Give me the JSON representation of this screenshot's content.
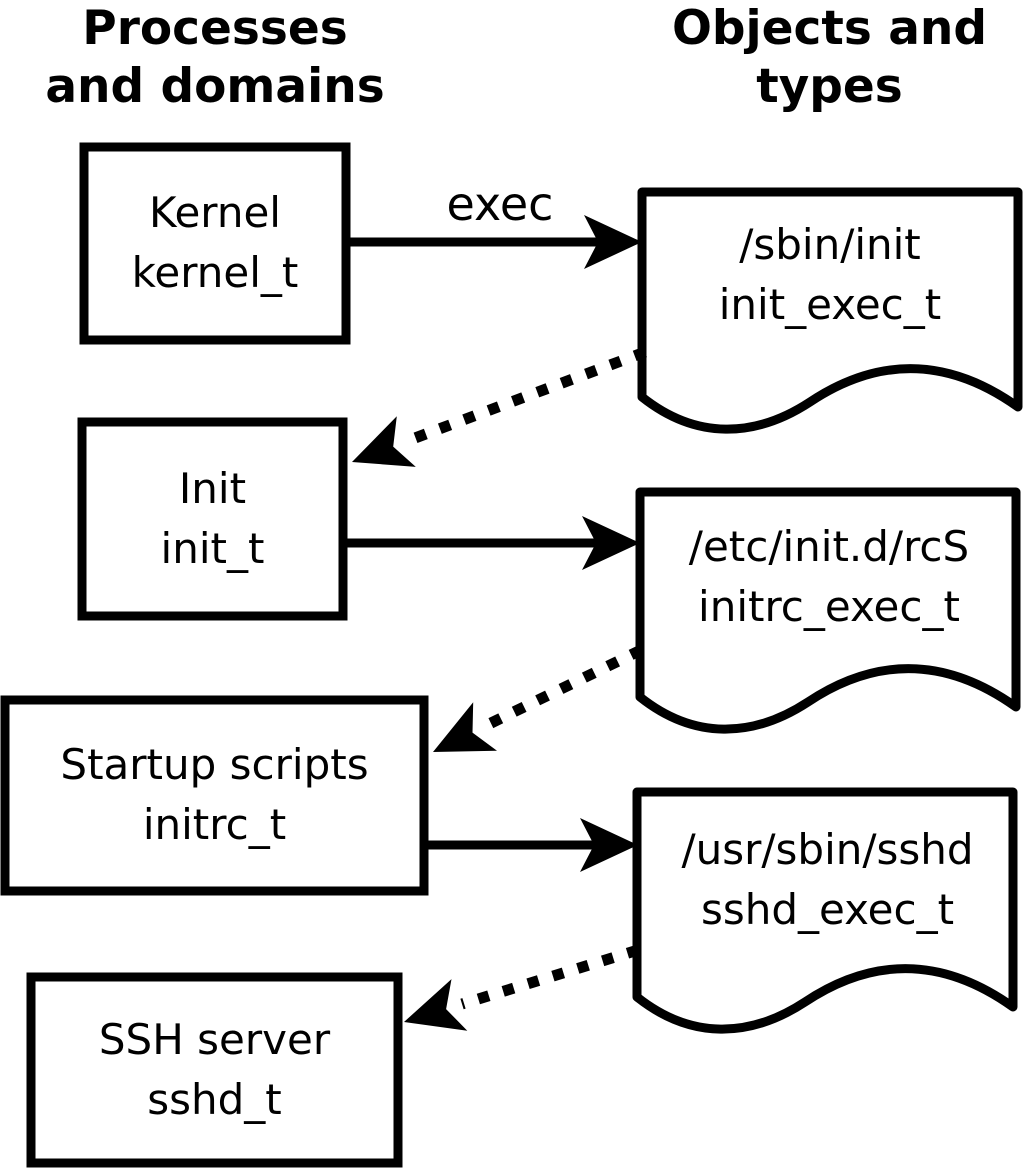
{
  "headers": {
    "left": {
      "line1": "Processes",
      "line2": "and domains"
    },
    "right": {
      "line1": "Objects and",
      "line2": "types"
    }
  },
  "process_boxes": [
    {
      "name": "Kernel",
      "domain": "kernel_t"
    },
    {
      "name": "Init",
      "domain": "init_t"
    },
    {
      "name": "Startup scripts",
      "domain": "initrc_t"
    },
    {
      "name": "SSH server",
      "domain": "sshd_t"
    }
  ],
  "object_docs": [
    {
      "path": "/sbin/init",
      "type": "init_exec_t"
    },
    {
      "path": "/etc/init.d/rcS",
      "type": "initrc_exec_t"
    },
    {
      "path": "/usr/sbin/sshd",
      "type": "sshd_exec_t"
    }
  ],
  "edges": {
    "exec_label": "exec"
  },
  "colors": {
    "ink": "#000000",
    "background": "#ffffff"
  }
}
